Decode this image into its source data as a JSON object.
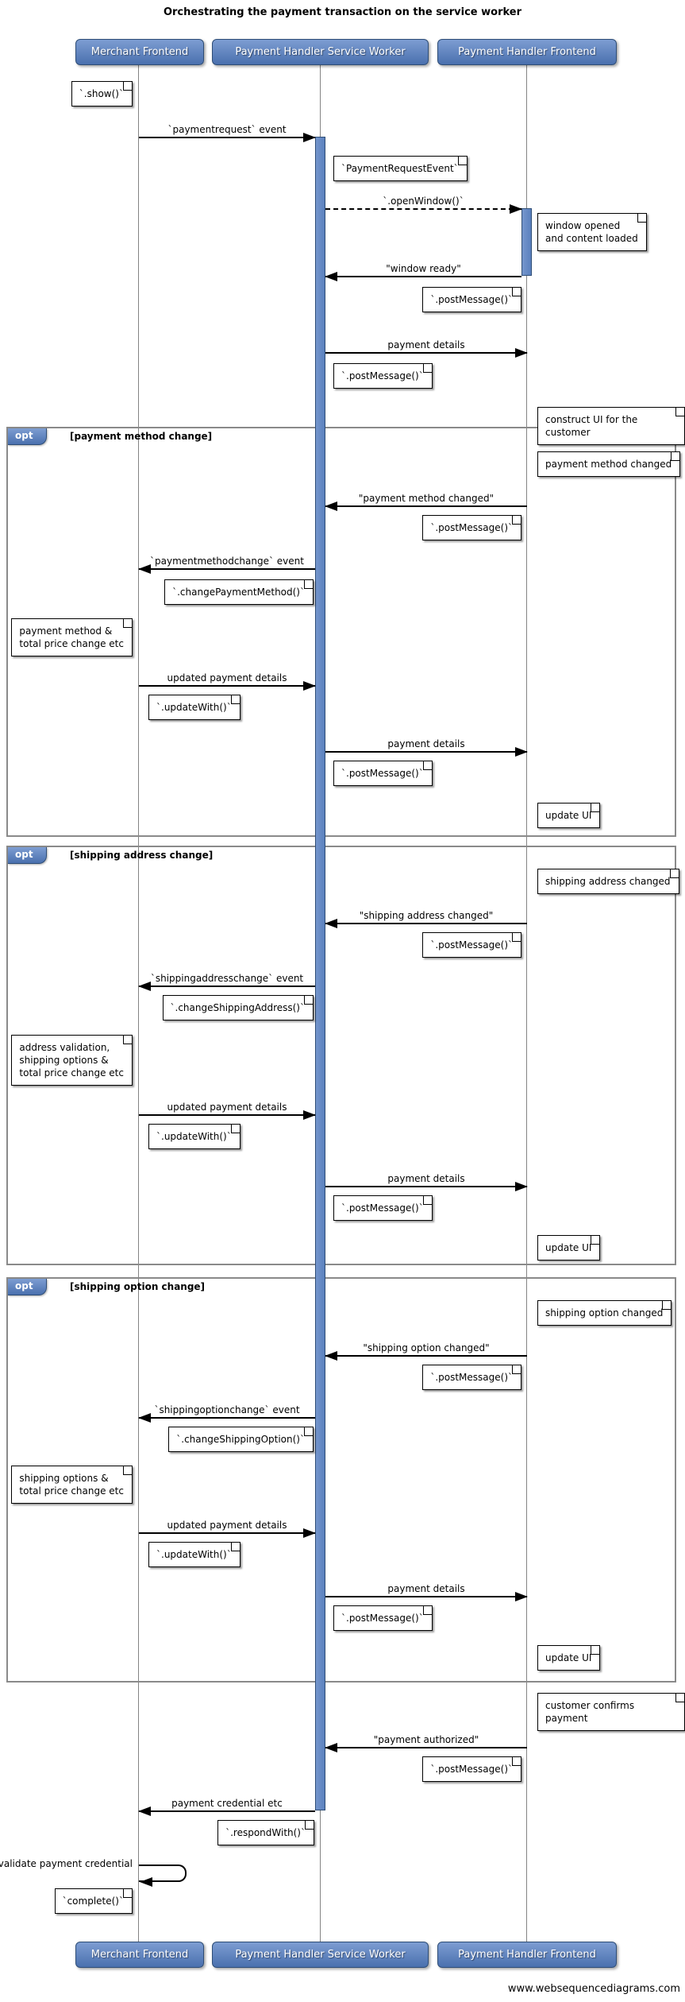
{
  "title": "Orchestrating the payment transaction on the service worker",
  "watermark": "www.websequencediagrams.com",
  "actors": {
    "merchant": "Merchant Frontend",
    "service_worker": "Payment Handler Service Worker",
    "payment_handler_frontend": "Payment Handler Frontend"
  },
  "fragments": [
    {
      "operator": "opt",
      "condition": "[payment method change]"
    },
    {
      "operator": "opt",
      "condition": "[shipping address change]"
    },
    {
      "operator": "opt",
      "condition": "[shipping option change]"
    }
  ],
  "messages": [
    {
      "from": "merchant",
      "to": "service_worker",
      "style": "solid",
      "label": "`paymentrequest` event"
    },
    {
      "from": "service_worker",
      "to": "payment_handler_frontend",
      "style": "dashed",
      "label": "`.openWindow()`"
    },
    {
      "from": "payment_handler_frontend",
      "to": "service_worker",
      "style": "solid",
      "label": "\"window ready\""
    },
    {
      "from": "service_worker",
      "to": "payment_handler_frontend",
      "style": "solid",
      "label": "payment details"
    },
    {
      "from": "payment_handler_frontend",
      "to": "service_worker",
      "style": "solid",
      "label": "\"payment method changed\""
    },
    {
      "from": "service_worker",
      "to": "merchant",
      "style": "solid",
      "label": "`paymentmethodchange` event"
    },
    {
      "from": "merchant",
      "to": "service_worker",
      "style": "solid",
      "label": "updated payment details"
    },
    {
      "from": "service_worker",
      "to": "payment_handler_frontend",
      "style": "solid",
      "label": "payment details"
    },
    {
      "from": "payment_handler_frontend",
      "to": "service_worker",
      "style": "solid",
      "label": "\"shipping address changed\""
    },
    {
      "from": "service_worker",
      "to": "merchant",
      "style": "solid",
      "label": "`shippingaddresschange` event"
    },
    {
      "from": "merchant",
      "to": "service_worker",
      "style": "solid",
      "label": "updated payment details"
    },
    {
      "from": "service_worker",
      "to": "payment_handler_frontend",
      "style": "solid",
      "label": "payment details"
    },
    {
      "from": "payment_handler_frontend",
      "to": "service_worker",
      "style": "solid",
      "label": "\"shipping option changed\""
    },
    {
      "from": "service_worker",
      "to": "merchant",
      "style": "solid",
      "label": "`shippingoptionchange` event"
    },
    {
      "from": "merchant",
      "to": "service_worker",
      "style": "solid",
      "label": "updated payment details"
    },
    {
      "from": "service_worker",
      "to": "payment_handler_frontend",
      "style": "solid",
      "label": "payment details"
    },
    {
      "from": "payment_handler_frontend",
      "to": "service_worker",
      "style": "solid",
      "label": "\"payment authorized\""
    },
    {
      "from": "service_worker",
      "to": "merchant",
      "style": "solid",
      "label": "payment credential etc"
    },
    {
      "from": "merchant",
      "to": "merchant",
      "style": "self",
      "label": "validate payment credential"
    }
  ],
  "notes": [
    {
      "of": "merchant",
      "side": "left",
      "text": "`.show()`"
    },
    {
      "of": "service_worker",
      "side": "right",
      "text": "`PaymentRequestEvent`"
    },
    {
      "of": "payment_handler_frontend",
      "side": "right",
      "text": "window opened\nand content loaded"
    },
    {
      "of": "payment_handler_frontend",
      "side": "left",
      "text": "`.postMessage()`"
    },
    {
      "of": "service_worker",
      "side": "right",
      "text": "`.postMessage()`"
    },
    {
      "of": "payment_handler_frontend",
      "side": "right",
      "text": "construct UI for the customer"
    },
    {
      "of": "payment_handler_frontend",
      "side": "right",
      "text": "payment method changed"
    },
    {
      "of": "payment_handler_frontend",
      "side": "left",
      "text": "`.postMessage()`"
    },
    {
      "of": "service_worker",
      "side": "left",
      "text": "`.changePaymentMethod()`"
    },
    {
      "of": "merchant",
      "side": "left",
      "text": "payment method &\ntotal price change etc"
    },
    {
      "of": "merchant",
      "side": "right",
      "text": "`.updateWith()`"
    },
    {
      "of": "service_worker",
      "side": "right",
      "text": "`.postMessage()`"
    },
    {
      "of": "payment_handler_frontend",
      "side": "right",
      "text": "update UI"
    },
    {
      "of": "payment_handler_frontend",
      "side": "right",
      "text": "shipping address changed"
    },
    {
      "of": "payment_handler_frontend",
      "side": "left",
      "text": "`.postMessage()`"
    },
    {
      "of": "service_worker",
      "side": "left",
      "text": "`.changeShippingAddress()`"
    },
    {
      "of": "merchant",
      "side": "left",
      "text": "address validation,\nshipping options &\ntotal price change etc"
    },
    {
      "of": "merchant",
      "side": "right",
      "text": "`.updateWith()`"
    },
    {
      "of": "service_worker",
      "side": "right",
      "text": "`.postMessage()`"
    },
    {
      "of": "payment_handler_frontend",
      "side": "right",
      "text": "update UI"
    },
    {
      "of": "payment_handler_frontend",
      "side": "right",
      "text": "shipping option changed"
    },
    {
      "of": "payment_handler_frontend",
      "side": "left",
      "text": "`.postMessage()`"
    },
    {
      "of": "service_worker",
      "side": "left",
      "text": "`.changeShippingOption()`"
    },
    {
      "of": "merchant",
      "side": "left",
      "text": "shipping options &\ntotal price change etc"
    },
    {
      "of": "merchant",
      "side": "right",
      "text": "`.updateWith()`"
    },
    {
      "of": "service_worker",
      "side": "right",
      "text": "`.postMessage()`"
    },
    {
      "of": "payment_handler_frontend",
      "side": "right",
      "text": "update UI"
    },
    {
      "of": "payment_handler_frontend",
      "side": "right",
      "text": "customer confirms payment"
    },
    {
      "of": "payment_handler_frontend",
      "side": "left",
      "text": "`.postMessage()`"
    },
    {
      "of": "service_worker",
      "side": "left",
      "text": "`.respondWith()`"
    },
    {
      "of": "merchant",
      "side": "left",
      "text": "`complete()`"
    }
  ],
  "colors": {
    "actor_fill_top": "#7d9dd2",
    "actor_fill_bottom": "#4a70ae",
    "actor_border": "#2e4d76",
    "activation_fill": "#5a80bd",
    "frame_border": "#8a8a8a",
    "note_fill": "#ffffff",
    "line": "#000000"
  }
}
